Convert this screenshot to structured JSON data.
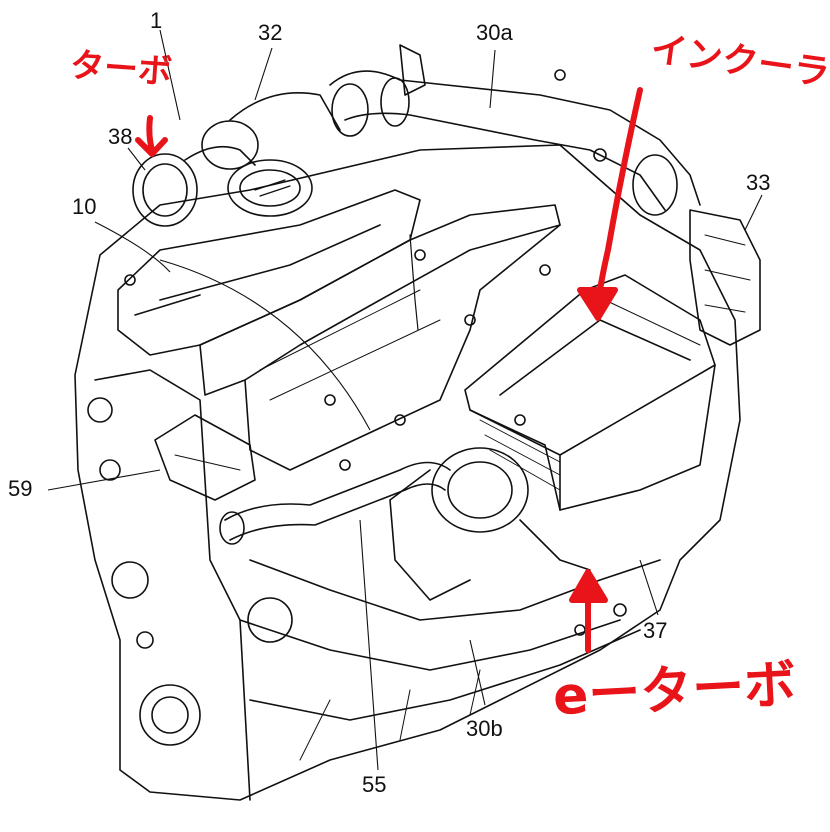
{
  "diagram": {
    "reference_numerals": {
      "n1": "1",
      "n32": "32",
      "n30a": "30a",
      "n38": "38",
      "n10": "10",
      "n33": "33",
      "n59": "59",
      "n37": "37",
      "n30b": "30b",
      "n55": "55"
    },
    "annotations": {
      "turbo": "ターボ",
      "intercooler": "インクーラ",
      "e_turbo": "eーターボ"
    },
    "colors": {
      "annotation": "#e8141a",
      "line_art": "#111111",
      "background": "#ffffff"
    }
  }
}
